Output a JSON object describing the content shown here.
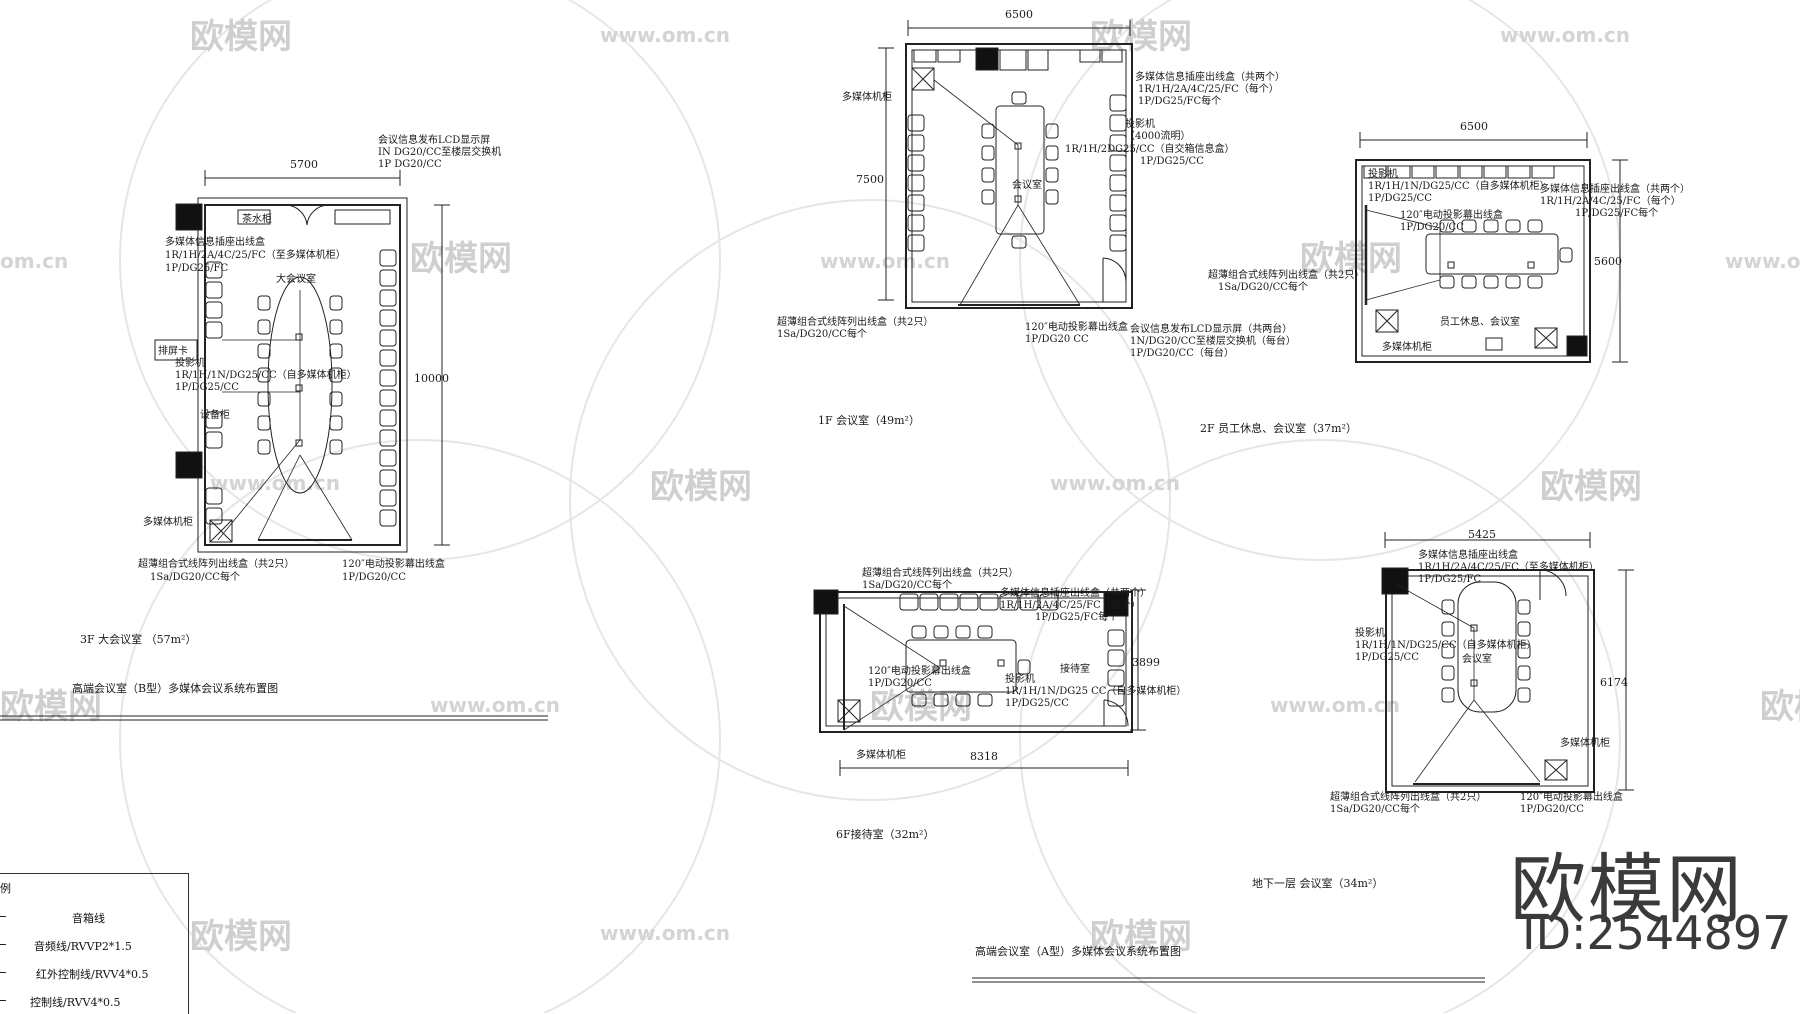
{
  "watermark": {
    "brand": "欧模网",
    "url": "www.om.cn",
    "url_short": "om.cn"
  },
  "brand_mark": {
    "name": "欧模网",
    "id": "ID:2544897"
  },
  "sheet_titles": {
    "left": "高端会议室（B型）多媒体会议系统布置图",
    "bottom": "高端会议室（A型）多媒体会议系统布置图"
  },
  "rooms": {
    "r3f": {
      "caption": "3F 大会议室 （57m²）",
      "width_dim": "5700",
      "height_dim": "10000",
      "room_label": "大会议室",
      "labels": {
        "lcd": "会议信息发布LCD显示屏",
        "lcd_a": "IN DG20/CC至楼层交换机",
        "lcd_b": "1P DG20/CC",
        "tea": "茶水柜",
        "socket": "多媒体信息插座出线盒",
        "socket_a": "1R/1H/2A/4C/25/FC（至多媒体机柜）",
        "socket_b": "1P/DG25/FC",
        "screen_side": "排屏卡",
        "projector": "投影机",
        "proj_a": "1R/1H/1N/DG25/CC（自多媒体机柜）",
        "proj_b": "1P/DG25/CC",
        "equip": "设备柜",
        "cabinet": "多媒体机柜",
        "array": "超薄组合式线阵列出线盒（共2只）",
        "array_a": "1Sa/DG20/CC每个",
        "screen": "120″电动投影幕出线盒",
        "screen_a": "1P/DG20/CC"
      }
    },
    "r1f": {
      "caption": "1F 会议室（49m²）",
      "width_dim": "6500",
      "height_dim": "7500",
      "room_label": "会议室",
      "labels": {
        "cabinet": "多媒体机柜",
        "socket": "多媒体信息插座出线盒（共两个）",
        "socket_a": "1R/1H/2A/4C/25/FC（每个）",
        "socket_b": "1P/DG25/FC每个",
        "projector": "投影机",
        "proj_lumen": "（4000流明）",
        "proj_a": "1R/1H/2DG25/CC（自交箱信息盒）",
        "proj_b": "1P/DG25/CC",
        "array": "超薄组合式线阵列出线盒（共2只）",
        "array_a": "1Sa/DG20/CC每个",
        "screen": "120″电动投影幕出线盒",
        "screen_a": "1P/DG20 CC",
        "lcd": "会议信息发布LCD显示屏（共两台）",
        "lcd_a": "1N/DG20/CC至楼层交换机（每台）",
        "lcd_b": "1P/DG20/CC（每台）"
      }
    },
    "r2f": {
      "caption": "2F 员工休息、会议室（37m²）",
      "width_dim": "6500",
      "height_dim": "5600",
      "room_label": "员工休息、会议室",
      "labels": {
        "projector": "投影机",
        "proj_a": "1R/1H/1N/DG25/CC（自多媒体机柜）",
        "proj_b": "1P/DG25/CC",
        "socket": "多媒体信息插座出线盒（共两个）",
        "socket_a": "1R/1H/2A/4C/25/FC（每个）",
        "socket_b": "1P/DG25/FC每个",
        "screen": "120″电动投影幕出线盒",
        "screen_a": "1P/DG20/CC",
        "array": "超薄组合式线阵列出线盒（共2只）",
        "array_a": "1Sa/DG20/CC每个",
        "cabinet": "多媒体机柜"
      }
    },
    "r6f": {
      "caption": "6F接待室（32m²）",
      "width_dim": "8318",
      "height_dim": "3899",
      "room_label": "接待室",
      "labels": {
        "array": "超薄组合式线阵列出线盒（共2只）",
        "array_a": "1Sa/DG20/CC每个",
        "socket": "多媒体信息插座出线盒（共两个）",
        "socket_a": "1R/1H/2A/4C/25/FC（每个）",
        "socket_b": "1P/DG25/FC每个",
        "screen": "120″电动投影幕出线盒",
        "screen_a": "1P/DG20/CC",
        "projector": "投影机",
        "proj_a": "1R/1H/1N/DG25 CC（自多媒体机柜）",
        "proj_b": "1P/DG25/CC",
        "cabinet": "多媒体机柜"
      }
    },
    "rb1": {
      "caption": "地下一层 会议室（34m²）",
      "width_dim": "5425",
      "height_dim": "6174",
      "room_label": "会议室",
      "labels": {
        "socket": "多媒体信息插座出线盒",
        "socket_a": "1R/1H/2A/4C/25/FC（至多媒体机柜）",
        "socket_b": "1P/DG25/FC",
        "projector": "投影机",
        "proj_a": "1R/1H/1N/DG25/CC（自多媒体机柜）",
        "proj_b": "1P/DG25/CC",
        "cabinet": "多媒体机柜",
        "array": "超薄组合式线阵列出线盒（共2只）",
        "array_a": "1Sa/DG20/CC每个",
        "screen": "120″电动投影幕出线盒",
        "screen_a": "1P/DG20/CC"
      }
    }
  },
  "legend": {
    "title": "例",
    "items": [
      "音箱线",
      "音频线/RVVP2*1.5",
      "红外控制线/RVV4*0.5",
      "控制线/RVV4*0.5"
    ]
  }
}
